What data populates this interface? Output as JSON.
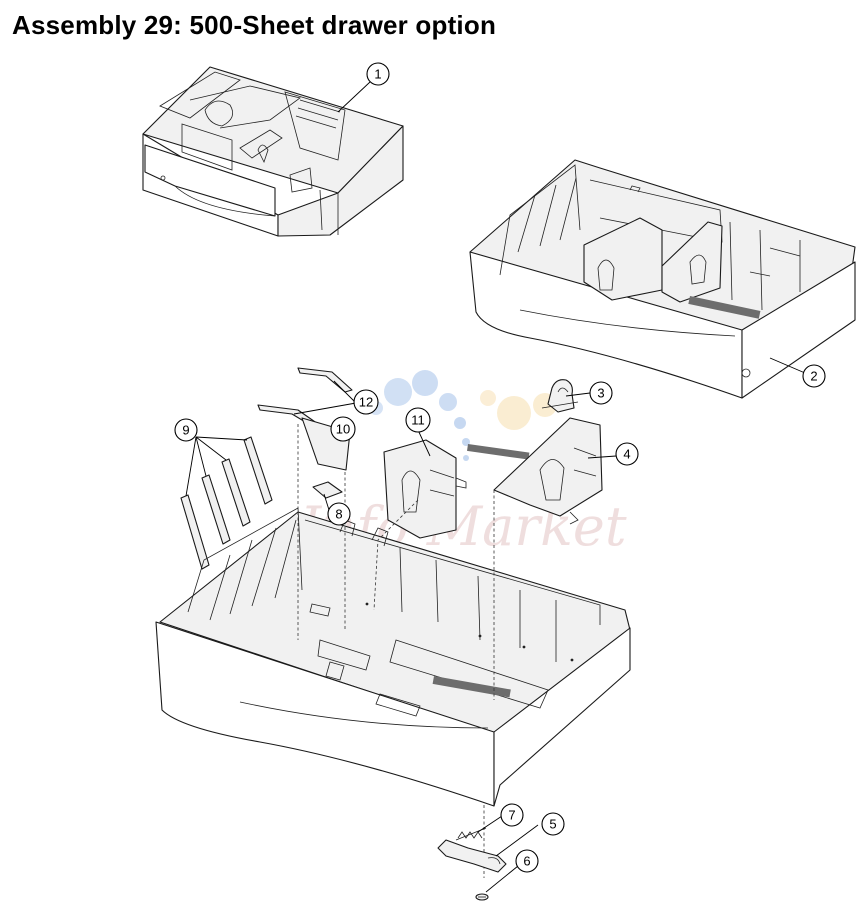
{
  "title": "Assembly 29:  500-Sheet drawer option",
  "callouts": [
    {
      "id": "1",
      "label": "1"
    },
    {
      "id": "2",
      "label": "2"
    },
    {
      "id": "3",
      "label": "3"
    },
    {
      "id": "4",
      "label": "4"
    },
    {
      "id": "5",
      "label": "5"
    },
    {
      "id": "6",
      "label": "6"
    },
    {
      "id": "7",
      "label": "7"
    },
    {
      "id": "8",
      "label": "8"
    },
    {
      "id": "9",
      "label": "9"
    },
    {
      "id": "10",
      "label": "10"
    },
    {
      "id": "11",
      "label": "11"
    },
    {
      "id": "12",
      "label": "12"
    }
  ],
  "watermark": {
    "text": "Info-Market",
    "colors": [
      "#5b8fd6",
      "#f0c36b",
      "#c88a8a"
    ]
  }
}
